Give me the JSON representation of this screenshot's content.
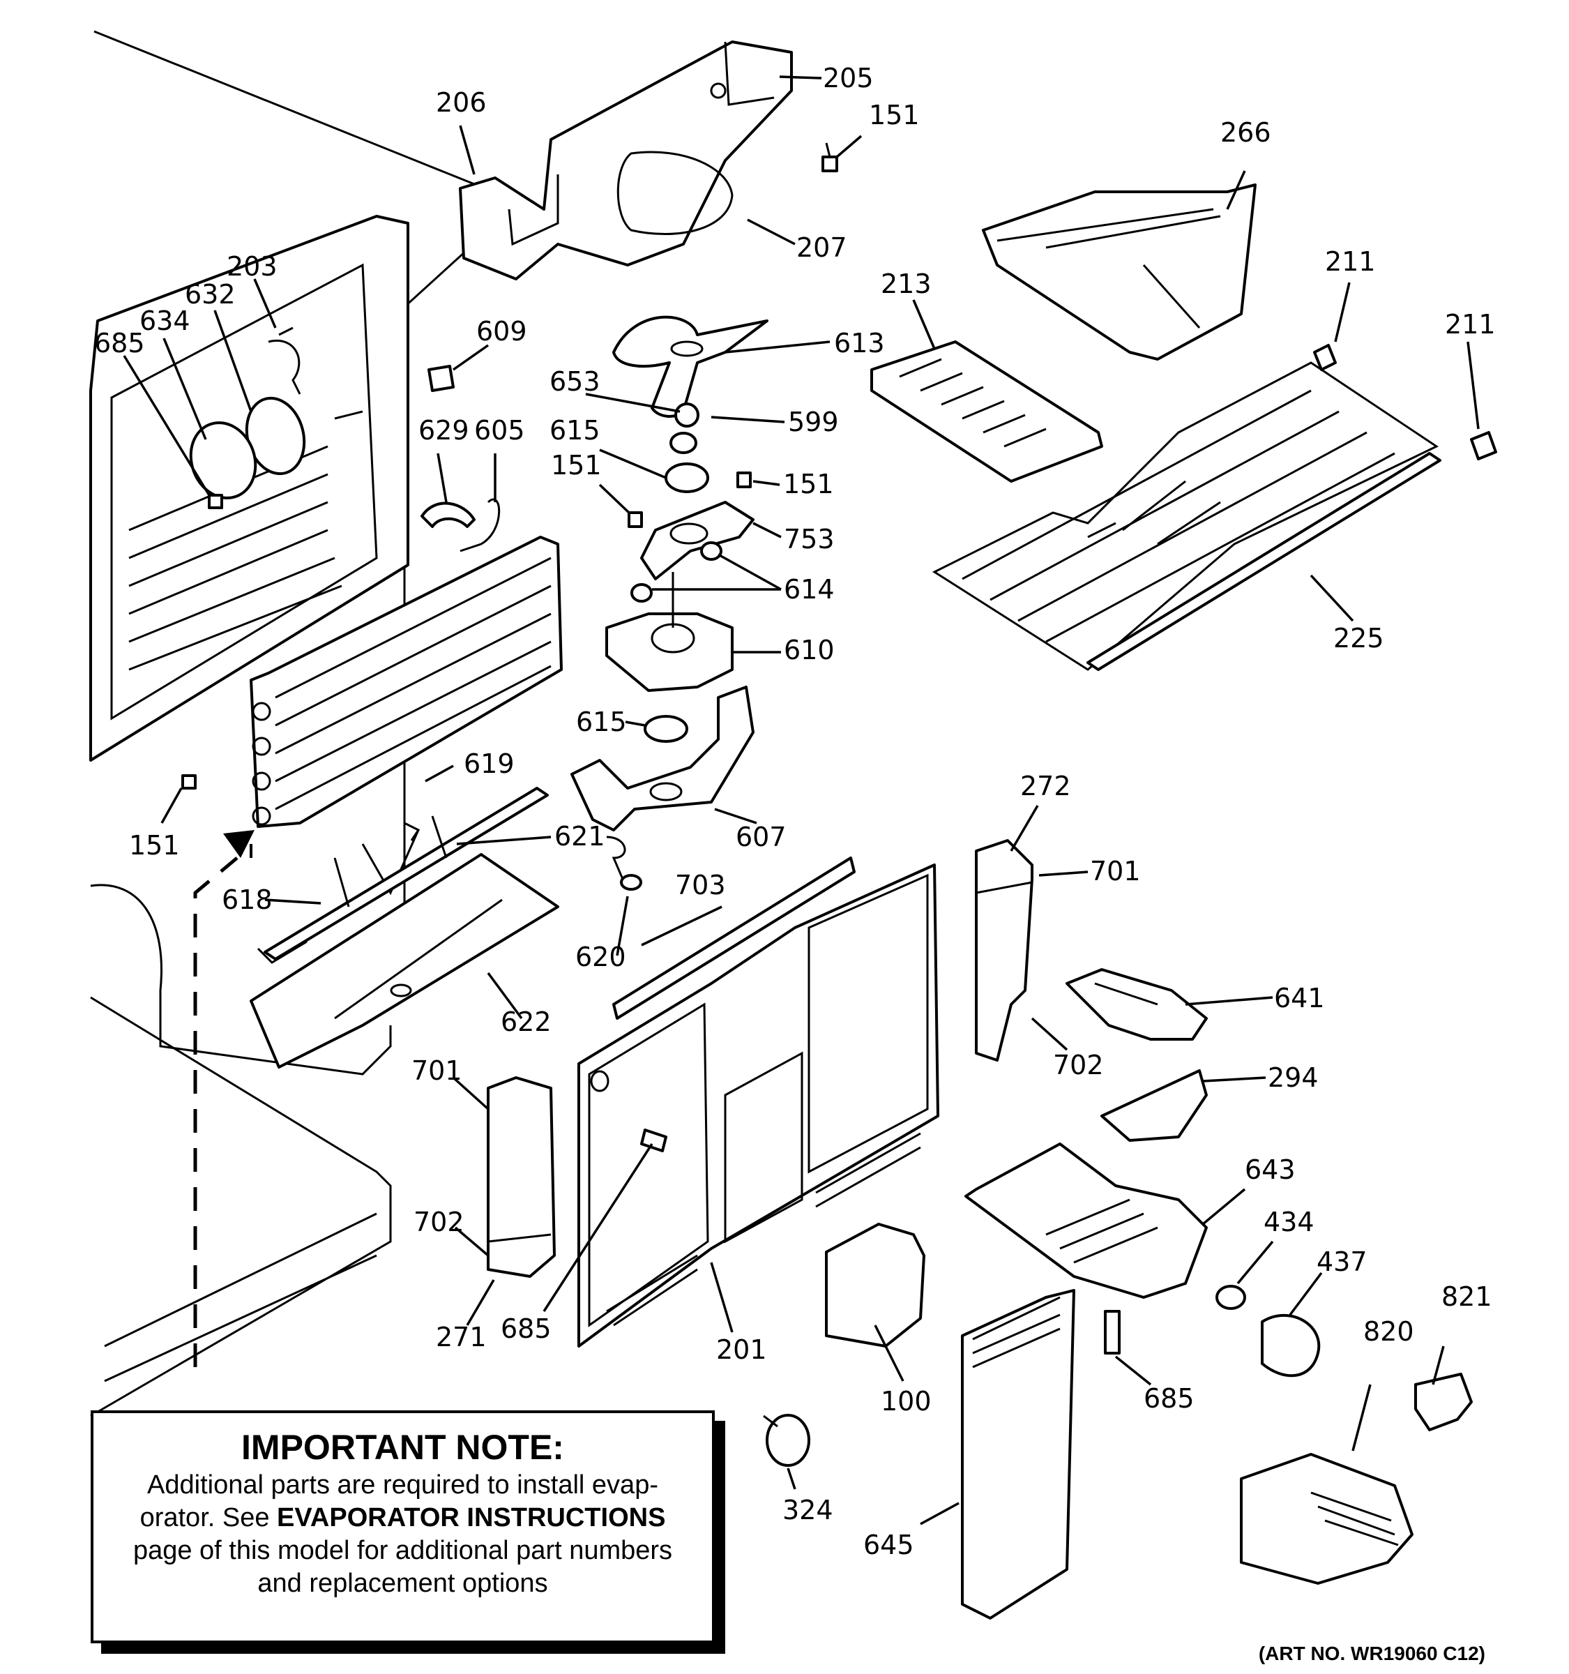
{
  "callouts": {
    "c205": "205",
    "c206": "206",
    "c207": "207",
    "c151a": "151",
    "c266": "266",
    "c211a": "211",
    "c211b": "211",
    "c213": "213",
    "c203": "203",
    "c632": "632",
    "c634": "634",
    "c685a": "685",
    "c609": "609",
    "c613": "613",
    "c653": "653",
    "c599": "599",
    "c615a": "615",
    "c629": "629",
    "c605": "605",
    "c151b": "151",
    "c151c": "151",
    "c753": "753",
    "c614": "614",
    "c610": "610",
    "c225": "225",
    "c615b": "615",
    "c619": "619",
    "c151d": "151",
    "c621": "621",
    "c607": "607",
    "c272": "272",
    "c701a": "701",
    "c618": "618",
    "c703": "703",
    "c620": "620",
    "c622": "622",
    "c641": "641",
    "c702a": "702",
    "c701b": "701",
    "c294": "294",
    "c643": "643",
    "c702b": "702",
    "c434": "434",
    "c437": "437",
    "c821": "821",
    "c271": "271",
    "c685b": "685",
    "c201": "201",
    "c820": "820",
    "c100": "100",
    "c685c": "685",
    "c324": "324",
    "c645": "645"
  },
  "note": {
    "title": "IMPORTANT NOTE:",
    "line1": "Additional parts are required to install evap-",
    "line2_pre": "orator.  See ",
    "line2_bold": "EVAPORATOR INSTRUCTIONS",
    "line3": "page of this model for additional part numbers",
    "line4": "and replacement options"
  },
  "art_number": "(ART NO. WR19060 C12)"
}
